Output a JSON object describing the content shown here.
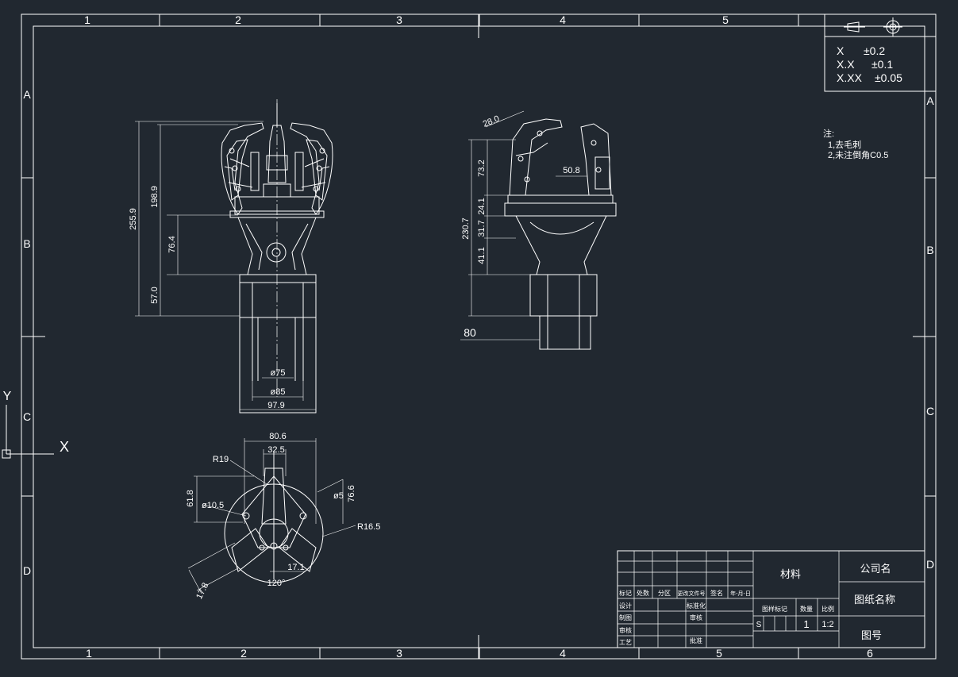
{
  "border": {
    "columns_top": [
      "1",
      "2",
      "3",
      "4",
      "5"
    ],
    "columns_bottom": [
      "1",
      "2",
      "3",
      "4",
      "5",
      "6"
    ],
    "rows_left": [
      "A",
      "B",
      "C",
      "D"
    ],
    "rows_right": [
      "A",
      "B",
      "C",
      "D"
    ]
  },
  "tolerance": {
    "rows": [
      {
        "label": "X",
        "value": "±0.2"
      },
      {
        "label": "X.X",
        "value": "±0.1"
      },
      {
        "label": "X.XX",
        "value": "±0.05"
      }
    ]
  },
  "notes": {
    "title": "注:",
    "lines": [
      "1,去毛刺",
      "2,未注倒角C0.5"
    ]
  },
  "ucs": {
    "y_label": "Y",
    "x_label": "X"
  },
  "front_view": {
    "dimensions": [
      "255.9",
      "198.9",
      "76.4",
      "57.0",
      "ø75",
      "ø85",
      "97.9"
    ]
  },
  "side_view": {
    "dimensions": [
      "28.0",
      "73.2",
      "50.8",
      "24.1",
      "230.7",
      "31.7",
      "41.1",
      "80"
    ]
  },
  "bottom_view": {
    "dimensions": [
      "80.6",
      "32.5",
      "R19",
      "61.8",
      "ø10.5",
      "ø5",
      "76.6",
      "R16.5",
      "17.1",
      "120°",
      "17.8"
    ]
  },
  "title_block": {
    "material": "材料",
    "company": "公司名",
    "drawing_name": "图纸名称",
    "drawing_number": "图号",
    "header_cells": [
      "标记",
      "处数",
      "分区",
      "更改文件号",
      "签名",
      "年-月-日"
    ],
    "row_labels": [
      "设计",
      "制图",
      "审核",
      "工艺"
    ],
    "mid_labels": [
      "标准化",
      "审核",
      "批准"
    ],
    "stage_labels": [
      "图样标记",
      "数量",
      "比例"
    ],
    "stage_mark": "S",
    "quantity": "1",
    "scale": "1:2"
  }
}
